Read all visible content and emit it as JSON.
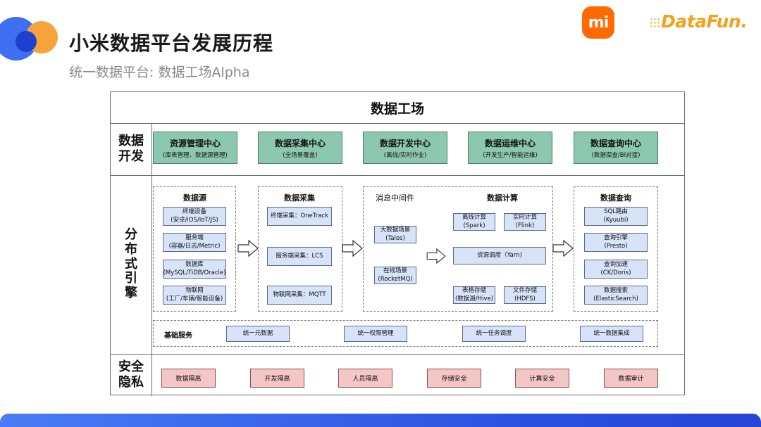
{
  "header": {
    "title": "小米数据平台发展历程",
    "subtitle": "统一数据平台: 数据工场Alpha",
    "mi_logo": "mi",
    "datafun_logo": "DataFun."
  },
  "diagram": {
    "title": "数据工场",
    "rows": {
      "data_dev": "数据\n开发",
      "distributed": "分\n布\n式\n引\n擎",
      "security": "安全\n隐私"
    },
    "centers": [
      {
        "title": "资源管理中心",
        "sub": "(库表管理、数据源管理)"
      },
      {
        "title": "数据采集中心",
        "sub": "(全场景覆盖)"
      },
      {
        "title": "数据开发中心",
        "sub": "(离线/实时作业)"
      },
      {
        "title": "数据运维中心",
        "sub": "(开发生产/智能运维)"
      },
      {
        "title": "数据查询中心",
        "sub": "(数据探查/BI对接)"
      }
    ],
    "datasource": {
      "title": "数据源",
      "items": [
        {
          "title": "终端设备",
          "sub": "(安卓/iOS/IoT/JS)"
        },
        {
          "title": "服务端",
          "sub": "(容器/日志/Metric)"
        },
        {
          "title": "数据库",
          "sub": "(MySQL/TiDB/Oracle)"
        },
        {
          "title": "物联网",
          "sub": "(工厂/车辆/智能设备)"
        }
      ]
    },
    "collection": {
      "title": "数据采集",
      "items": [
        "终端采集：OneTrack",
        "服务端采集：LCS",
        "物联网采集：MQTT"
      ]
    },
    "middleware": {
      "title": "消息中间件",
      "items": [
        {
          "title": "大数据场景",
          "sub": "(Talos)"
        },
        {
          "title": "在线场景",
          "sub": "(RocketMQ)"
        }
      ]
    },
    "compute": {
      "title": "数据计算",
      "offline": {
        "title": "离线计算",
        "sub": "(Spark)"
      },
      "realtime": {
        "title": "实时计算",
        "sub": "(Flink)"
      },
      "scheduler": "资源调度（Yarn)",
      "table_storage": {
        "title": "表格存储",
        "sub": "(数据湖/Hive)"
      },
      "file_storage": {
        "title": "文件存储",
        "sub": "(HDFS)"
      }
    },
    "query": {
      "title": "数据查询",
      "items": [
        {
          "title": "SQL路由",
          "sub": "(Kyuubi)"
        },
        {
          "title": "查询引擎",
          "sub": "(Presto)"
        },
        {
          "title": "查询加速",
          "sub": "(CK/Doris)"
        },
        {
          "title": "数据搜索",
          "sub": "(ElasticSearch)"
        }
      ]
    },
    "basic": {
      "label": "基础服务",
      "items": [
        "统一元数据",
        "统一权限管理",
        "统一任务调度",
        "统一数据集成"
      ]
    },
    "security_items": [
      "数据隔离",
      "开发隔离",
      "人员隔离",
      "存储安全",
      "计算安全",
      "数据审计"
    ]
  },
  "colors": {
    "green": "#8cc8b0",
    "blue": "#d7e3f8",
    "pink": "#f5c6c6",
    "accent_blue": "#3d6ff0",
    "accent_orange": "#f5a33a",
    "mi_orange": "#ff6a00"
  }
}
